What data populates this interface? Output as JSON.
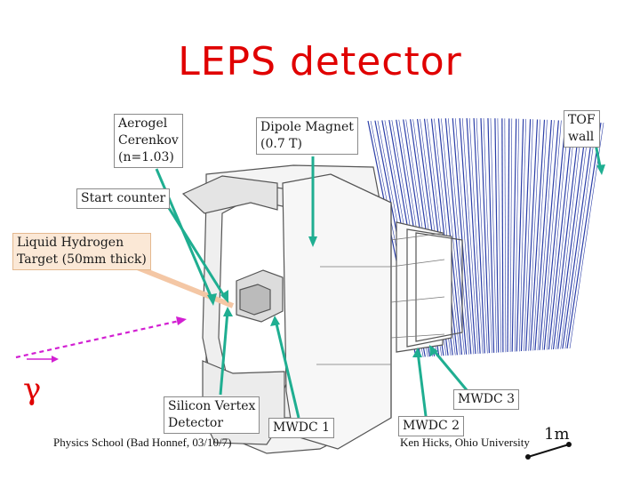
{
  "title": "LEPS detector",
  "labels": {
    "aerogel": "Aerogel\nCerenkov\n(n=1.03)",
    "dipole": "Dipole Magnet\n(0.7 T)",
    "tof": "TOF\nwall",
    "start_counter": "Start counter",
    "target": "Liquid Hydrogen\nTarget (50mm thick)",
    "svd": "Silicon Vertex\nDetector",
    "mwdc1": "MWDC 1",
    "mwdc2": "MWDC 2",
    "mwdc3": "MWDC 3"
  },
  "gamma_symbol": "γ",
  "scale_label": "1m",
  "footer": {
    "left": "Physics School (Bad Honnef, 03/10/7)",
    "right": "Ken Hicks, Ohio University"
  },
  "colors": {
    "title": "#e00000",
    "pointer_arrows": "#1fae91",
    "photon_beam": "#d21fd2",
    "tof_slats": "#2c3fa8",
    "target_highlight": "#f4c7a5"
  }
}
